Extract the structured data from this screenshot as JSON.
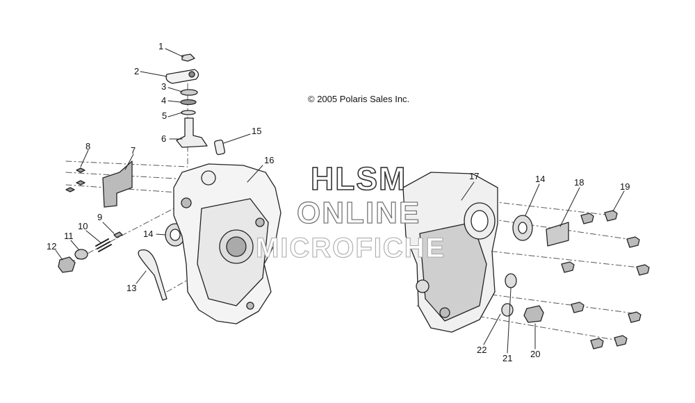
{
  "copyright": "© 2005 Polaris Sales Inc.",
  "watermark": [
    "HLSM",
    "ONLINE",
    "MICROFICHE"
  ],
  "callouts": {
    "c1": "1",
    "c2": "2",
    "c3": "3",
    "c4": "4",
    "c5": "5",
    "c6": "6",
    "c7": "7",
    "c8": "8",
    "c9": "9",
    "c10": "10",
    "c11": "11",
    "c12": "12",
    "c13": "13",
    "c14a": "14",
    "c14b": "14",
    "c15": "15",
    "c16": "16",
    "c17": "17",
    "c18": "18",
    "c19": "19",
    "c20": "20",
    "c21": "21",
    "c22": "22"
  },
  "colors": {
    "line": "#222222",
    "shade": "#9a9a9a",
    "background": "#ffffff"
  }
}
